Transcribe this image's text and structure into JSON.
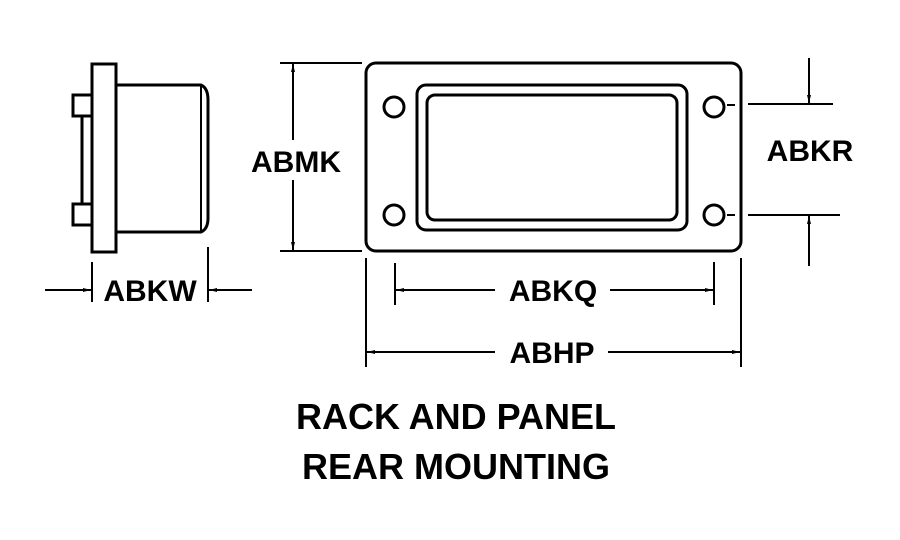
{
  "diagram": {
    "caption": {
      "line1": "RACK AND PANEL",
      "line2": "REAR MOUNTING"
    },
    "dimensions": {
      "side_width": "ABKW",
      "overall_height": "ABMK",
      "hole_spacing_vertical": "ABKR",
      "hole_spacing_horizontal": "ABKQ",
      "overall_width": "ABHP"
    },
    "colors": {
      "line": "#000000",
      "background": "#ffffff"
    }
  }
}
